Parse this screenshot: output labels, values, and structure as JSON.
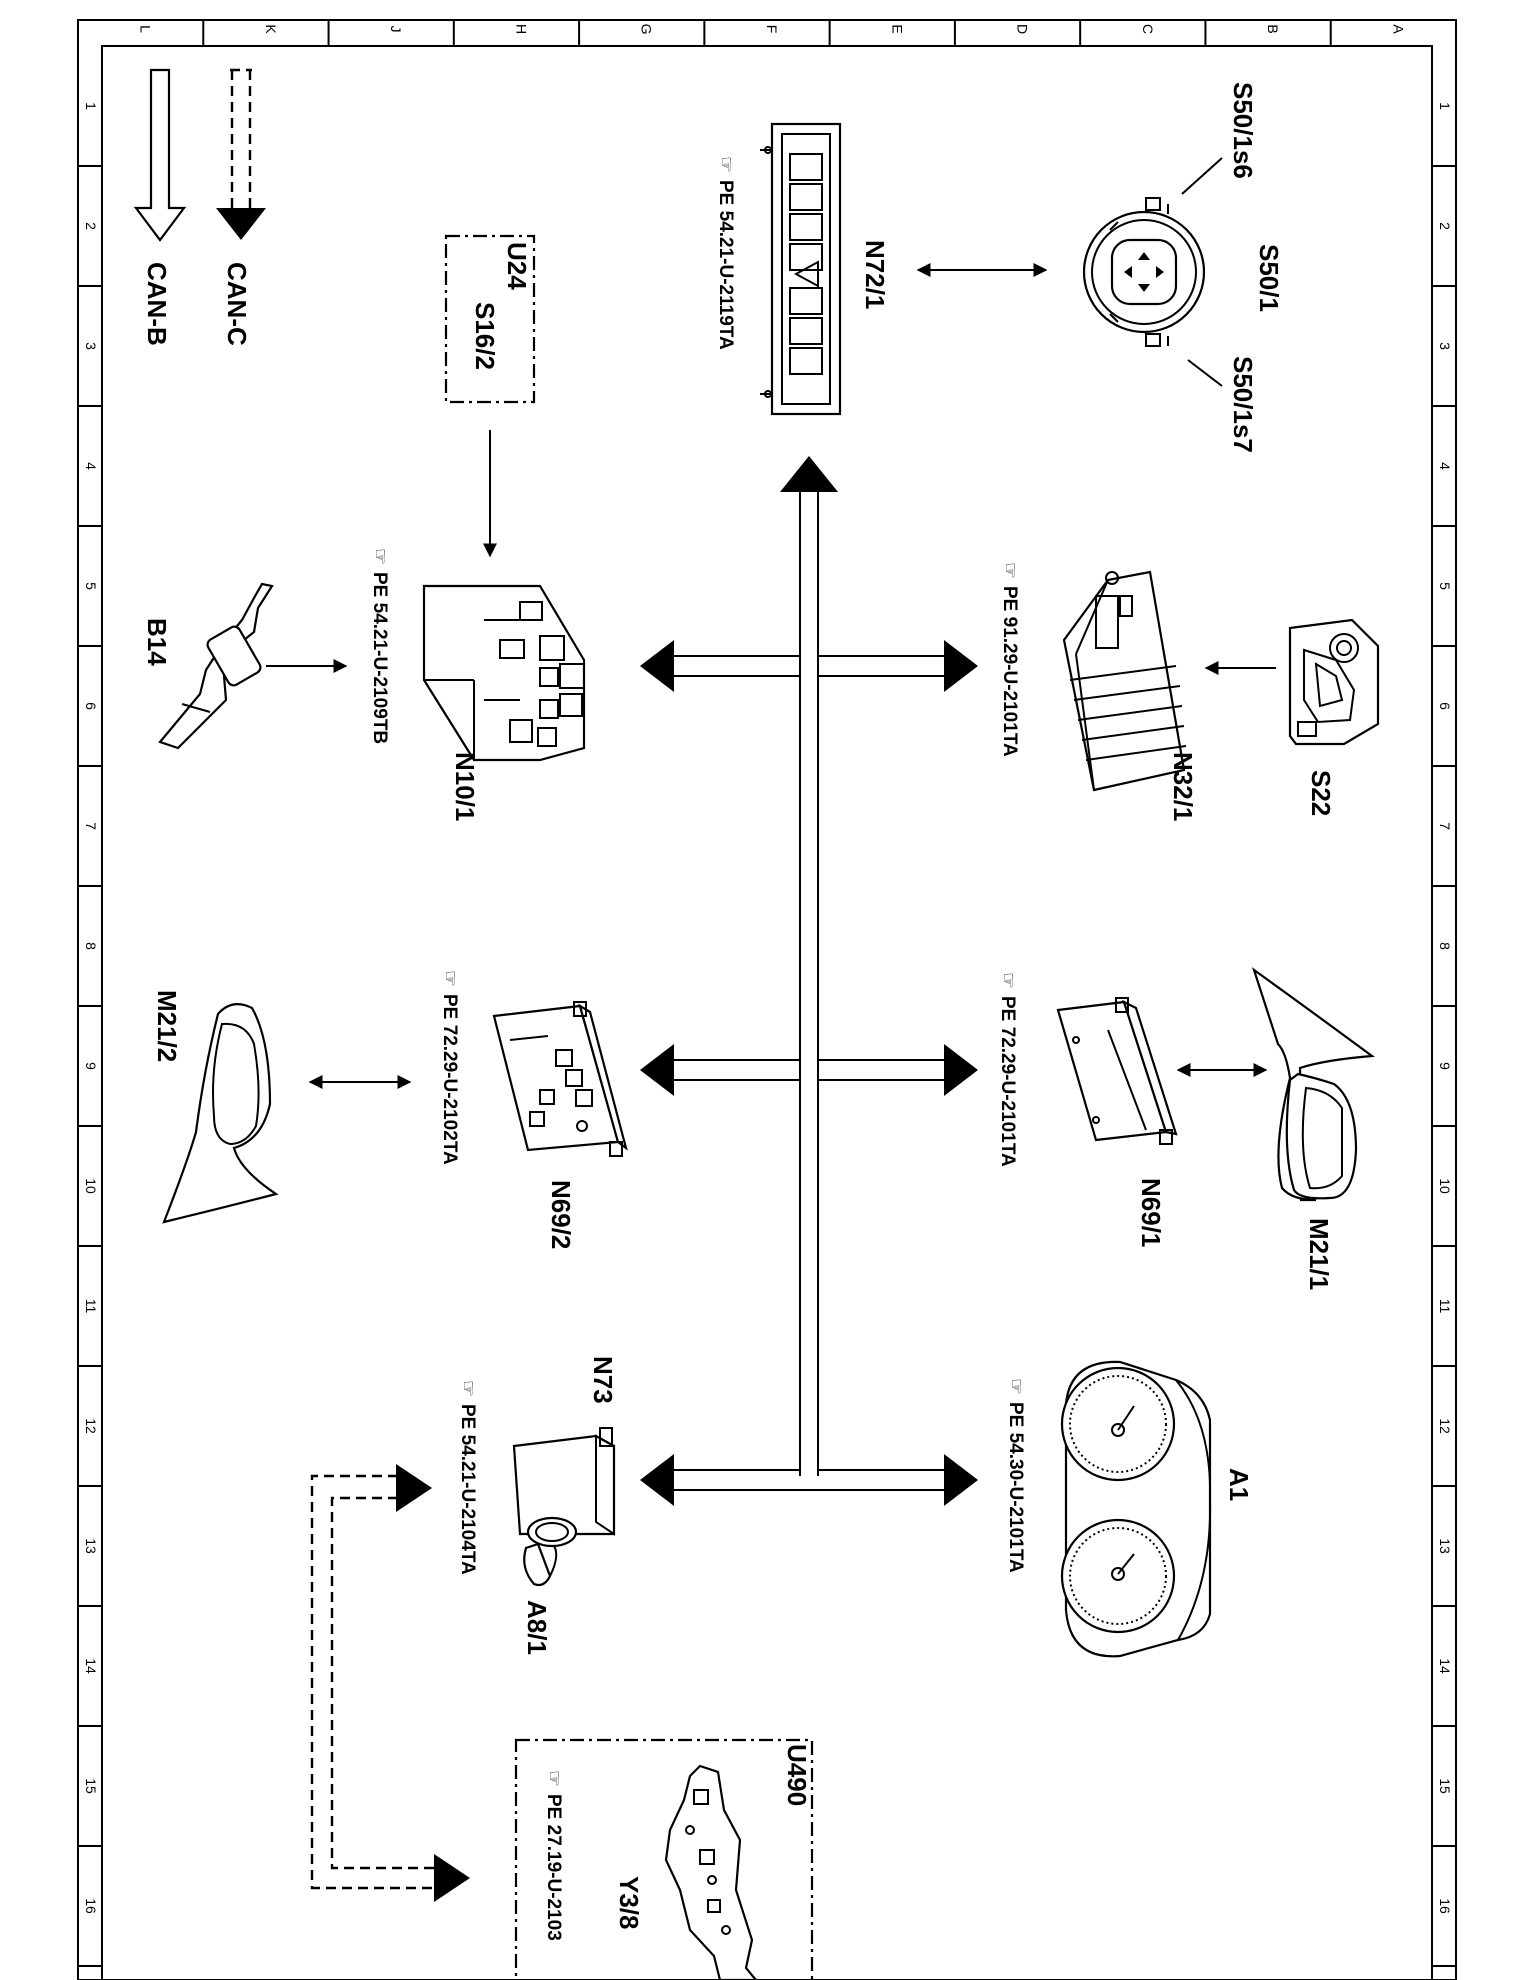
{
  "frame": {
    "zone_letters": [
      "A",
      "B",
      "C",
      "D",
      "E",
      "F",
      "G",
      "H",
      "J",
      "K",
      "L"
    ],
    "zone_numbers": [
      "1",
      "2",
      "3",
      "4",
      "5",
      "6",
      "7",
      "8",
      "9",
      "10",
      "11",
      "12",
      "13",
      "14",
      "15",
      "16"
    ]
  },
  "legend": {
    "can_c": "CAN-C",
    "can_b": "CAN-B"
  },
  "components": {
    "s50_1s6": "S50/1s6",
    "s50_1": "S50/1",
    "s50_1s7": "S50/1s7",
    "n72_1": "N72/1",
    "n72_1_ref": "PE 54.21-U-2119TA",
    "u24": "U24",
    "s16_2": "S16/2",
    "s22": "S22",
    "n32_1": "N32/1",
    "n32_1_ref": "PE 91.29-U-2101TA",
    "n10_1": "N10/1",
    "n10_1_ref": "PE 54.21-U-2109TB",
    "b14": "B14",
    "m21_1": "M21/1",
    "n69_1": "N69/1",
    "n69_1_ref": "PE 72.29-U-2101TA",
    "m21_2": "M21/2",
    "n69_2": "N69/2",
    "n69_2_ref": "PE 72.29-U-2102TA",
    "a1": "A1",
    "a1_ref": "PE 54.30-U-2101TA",
    "n73": "N73",
    "a8_1": "A8/1",
    "n73_ref": "PE 54.21-U-2104TA",
    "u490": "U490",
    "y3_8": "Y3/8",
    "y3_8_ref": "PE 27.19-U-2103"
  },
  "colors": {
    "line": "#000000",
    "background": "#ffffff"
  }
}
